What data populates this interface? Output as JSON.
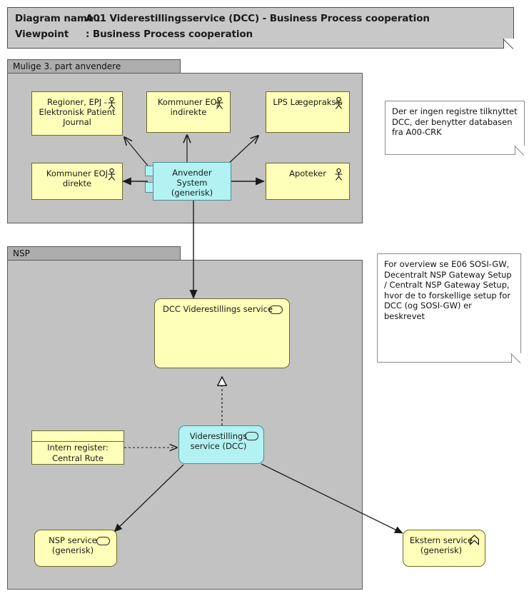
{
  "header": {
    "diagram_name_key": "Diagram name :",
    "diagram_name_value": "A01 Viderestillingsservice (DCC) - Business Process cooperation",
    "viewpoint_key": "Viewpoint",
    "viewpoint_value": ": Business Process cooperation"
  },
  "groups": [
    {
      "id": "third-party",
      "title": "Mulige 3. part anvendere"
    },
    {
      "id": "nsp",
      "title": "NSP"
    }
  ],
  "nodes": {
    "regioner_epj": {
      "label": "Regioner, EPJ - Elektronisk Patient Journal",
      "icon": "actor-icon",
      "type": "business-actor"
    },
    "kommuner_indirekte": {
      "label": "Kommuner EOJ indirekte",
      "icon": "actor-icon",
      "type": "business-actor"
    },
    "lps_laegepraksis": {
      "label": "LPS Lægepraksis",
      "icon": "actor-icon",
      "type": "business-actor"
    },
    "kommuner_direkte": {
      "label": "Kommuner EOJ direkte",
      "icon": "actor-icon",
      "type": "business-actor"
    },
    "apoteker": {
      "label": "Apoteker",
      "icon": "actor-icon",
      "type": "business-actor"
    },
    "anvender_system": {
      "label": "Anvender System (generisk)",
      "icon": "component-icon",
      "type": "application-component"
    },
    "dcc_viderestillings_service": {
      "label": "DCC Viderestillings service",
      "icon": "service-icon",
      "type": "business-service"
    },
    "viderestillings_service_dcc": {
      "label": "Viderestillings service (DCC)",
      "icon": "service-icon",
      "type": "application-service"
    },
    "intern_register_crk": {
      "label": "Intern register: Central Rute Konfiguration (CRK)",
      "icon": "none",
      "type": "data-object"
    },
    "nsp_service": {
      "label": "NSP service (generisk)",
      "icon": "service-icon",
      "type": "application-service"
    },
    "ekstern_service": {
      "label": "Ekstern service (generisk)",
      "icon": "chevron-icon",
      "type": "external-service"
    }
  },
  "notes": [
    {
      "id": "note-registre",
      "text": "Der er ingen registre tilknyttet DCC, der benytter databasen fra A00-CRK"
    },
    {
      "id": "note-overview",
      "text": "For overview se E06 SOSI-GW, Decentralt NSP Gateway Setup / Centralt NSP Gateway Setup, hvor de to forskellige setup for DCC (og SOSI-GW) er beskrevet"
    }
  ],
  "colors": {
    "element_yellow": "#feffb8",
    "element_cyan": "#b2f2f2",
    "group_body_gray": "#c2c2c2",
    "group_tab_gray": "#adadad",
    "banner_gray": "#c8c8c8",
    "line": "#1a1a1a"
  }
}
